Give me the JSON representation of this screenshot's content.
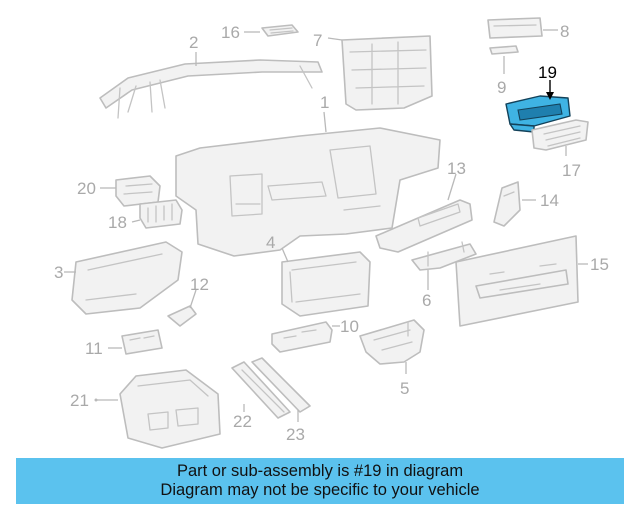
{
  "diagram": {
    "highlighted_part": "19",
    "highlight_color": "#3fb3e3",
    "part_numbers": [
      "1",
      "2",
      "3",
      "4",
      "5",
      "6",
      "7",
      "8",
      "9",
      "10",
      "11",
      "12",
      "13",
      "14",
      "15",
      "16",
      "17",
      "18",
      "19",
      "20",
      "21",
      "22",
      "23"
    ]
  },
  "banner": {
    "background_color": "#5bc2ee",
    "line1": "Part or sub-assembly is #19 in diagram",
    "line2": "Diagram may not be specific to your vehicle"
  }
}
